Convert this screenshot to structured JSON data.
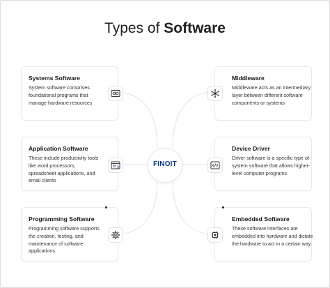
{
  "title": {
    "prefix": "Types of",
    "bold": "Software"
  },
  "hub": {
    "label": "FINOIT"
  },
  "cards": {
    "systems": {
      "title": "Systems Software",
      "desc": "System software comprises foundational programs that manage hardware resources",
      "icon": "dashboard-icon"
    },
    "application": {
      "title": "Application Software",
      "desc": "These include productivity tools like word processors, spreadsheet applications, and email clients",
      "icon": "app-window-icon"
    },
    "programming": {
      "title": "Programming Software",
      "desc": "Programming software supports the creation, testing, and maintenance of software applications.",
      "icon": "gear-icon"
    },
    "middleware": {
      "title": "Middleware",
      "desc": "Middleware acts as an intermediary layer between different software components or systems",
      "icon": "network-hub-icon"
    },
    "device_driver": {
      "title": "Device Driver",
      "desc": "Driver software is a specific type of system software that allows higher-level computer programs",
      "icon": "code-window-icon"
    },
    "embedded": {
      "title": "Embedded Software",
      "desc": "These software interfaces are embedded into hardware and dictate the hardware to act in a certain way.",
      "icon": "chip-icon"
    }
  },
  "colors": {
    "accent": "#0b3a8f",
    "connector": "#dfe3ea"
  }
}
